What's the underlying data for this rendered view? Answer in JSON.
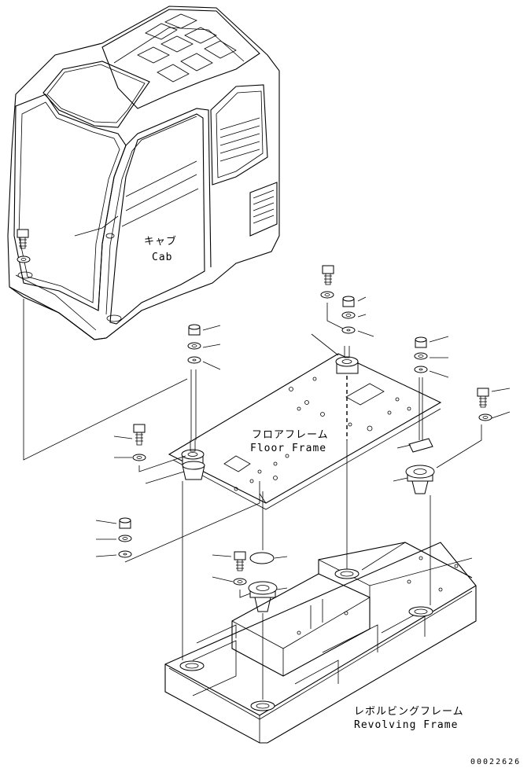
{
  "labels": {
    "cab_jp": "キャブ",
    "cab_en": "Cab",
    "floor_jp": "フロアフレーム",
    "floor_en": "Floor Frame",
    "revolving_jp": "レボルビングフレーム",
    "revolving_en": "Revolving Frame"
  },
  "drawing_code": "00022626"
}
